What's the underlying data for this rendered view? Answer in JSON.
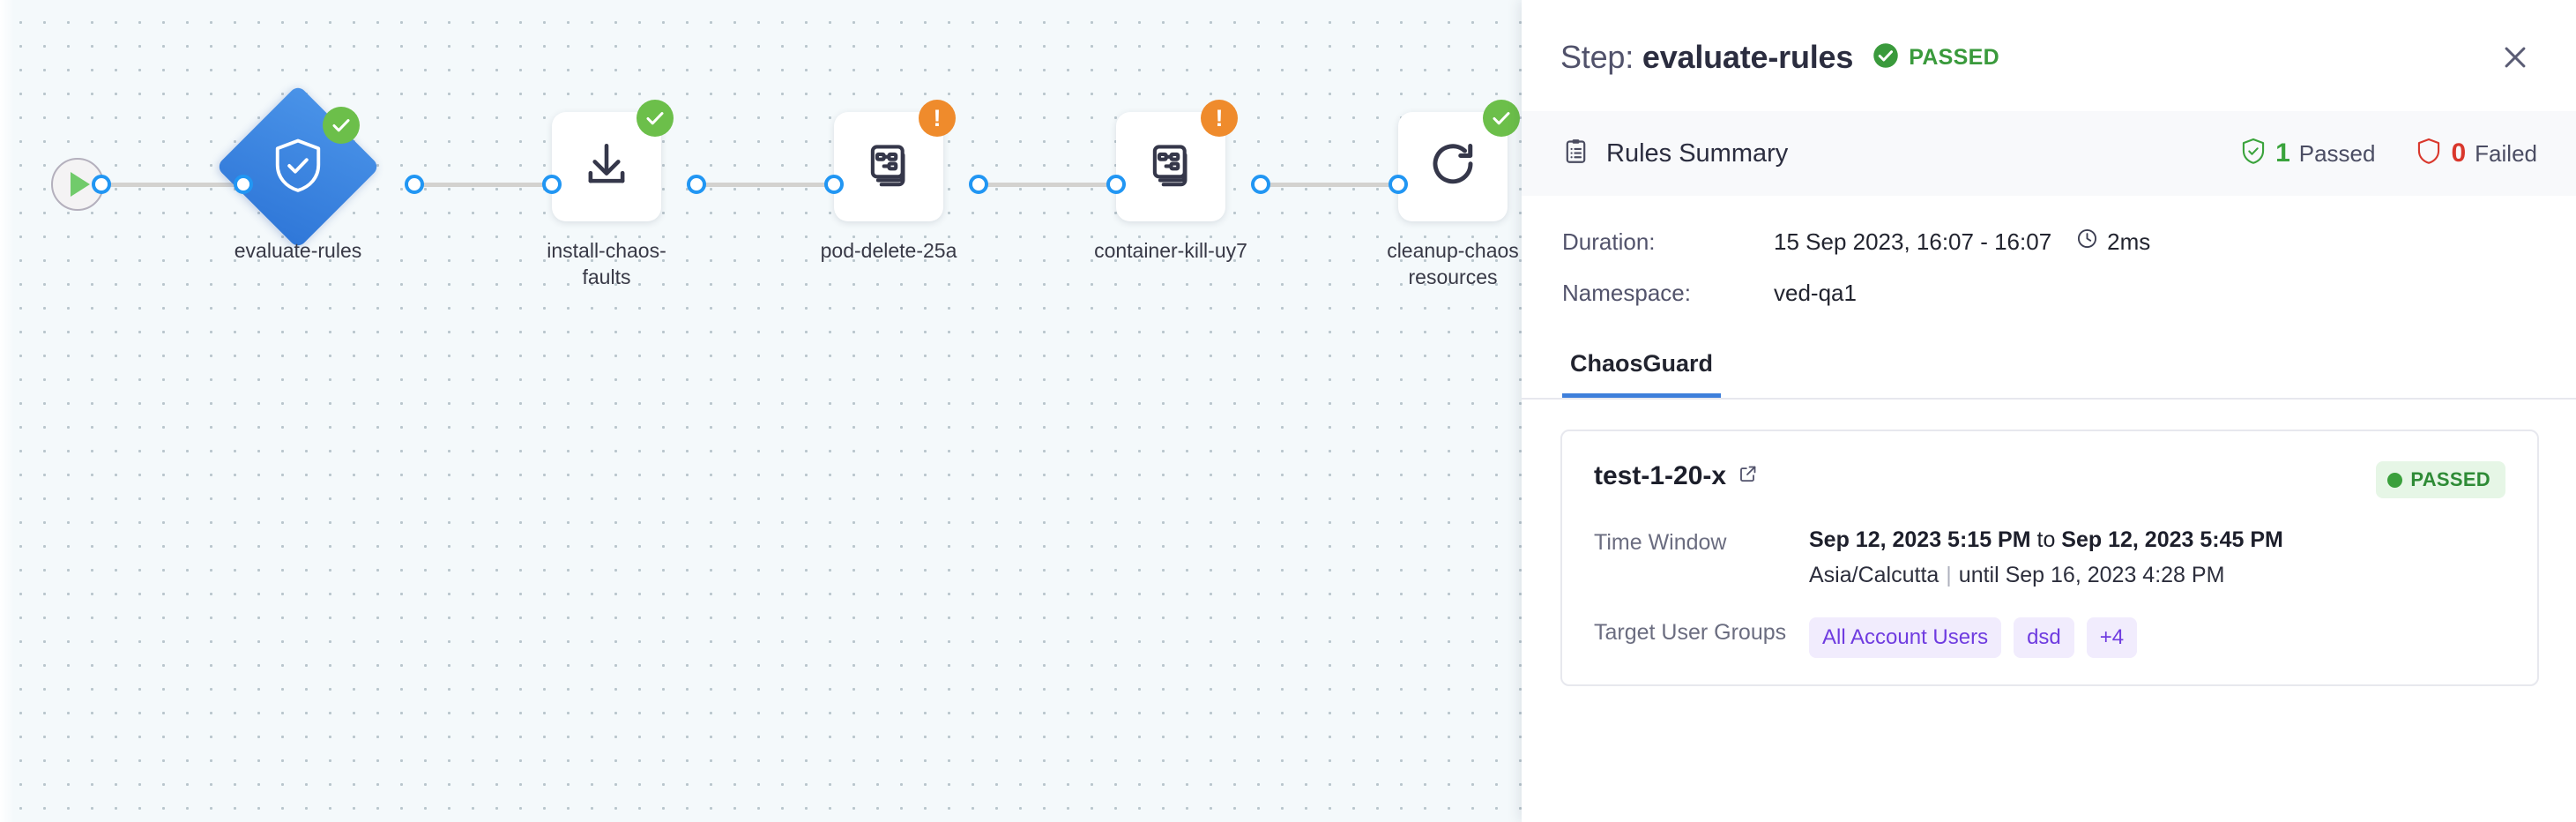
{
  "canvas": {
    "start_node": {
      "icon": "play-icon"
    },
    "nodes": [
      {
        "id": "evaluate-rules",
        "label": "evaluate-rules",
        "shape": "diamond",
        "icon": "shield-check-icon",
        "status": "success",
        "badge": "check-icon",
        "selected": true
      },
      {
        "id": "install-chaos-faults",
        "label": "install-chaos-\nfaults",
        "shape": "box",
        "icon": "download-icon",
        "status": "success",
        "badge": "check-icon",
        "selected": false
      },
      {
        "id": "pod-delete-25a",
        "label": "pod-delete-25a",
        "shape": "box",
        "icon": "chaos-fault-icon",
        "status": "warning",
        "badge": "exclamation-icon",
        "selected": false
      },
      {
        "id": "container-kill-uy7",
        "label": "container-kill-uy7",
        "shape": "box",
        "icon": "chaos-fault-icon",
        "status": "warning",
        "badge": "exclamation-icon",
        "selected": false
      },
      {
        "id": "cleanup-chaos-resources",
        "label": "cleanup-chaos\nresources",
        "shape": "box",
        "icon": "refresh-icon",
        "status": "success",
        "badge": "check-icon",
        "selected": false
      }
    ]
  },
  "panel": {
    "header": {
      "prefix": "Step:",
      "step_name": "evaluate-rules",
      "status_icon": "check-circle-icon",
      "status_text": "PASSED",
      "close_icon": "close-icon"
    },
    "rules_summary": {
      "icon": "clipboard-list-icon",
      "title": "Rules Summary",
      "passed_icon": "shield-check-icon",
      "passed_count": "1",
      "passed_label": "Passed",
      "failed_icon": "shield-icon",
      "failed_count": "0",
      "failed_label": "Failed"
    },
    "meta": [
      {
        "key": "Duration:",
        "value": "15 Sep 2023, 16:07 - 16:07",
        "icon": "clock-icon",
        "extra": "2ms"
      },
      {
        "key": "Namespace:",
        "value": "ved-qa1",
        "icon": "",
        "extra": ""
      }
    ],
    "tabs": [
      {
        "label": "ChaosGuard",
        "active": true
      }
    ],
    "chaosguard": {
      "name": "test-1-20-x",
      "external_link_icon": "external-link-icon",
      "status_badge": "PASSED",
      "rows": [
        {
          "key": "Time Window",
          "value_start": "Sep 12, 2023 5:15 PM",
          "value_join": " to ",
          "value_end": "Sep 12, 2023 5:45 PM",
          "timezone": "Asia/Calcutta",
          "until": "until Sep 16, 2023 4:28 PM"
        },
        {
          "key": "Target User Groups",
          "chips": [
            "All Account Users",
            "dsd",
            "+4"
          ]
        }
      ]
    }
  },
  "colors": {
    "accent_blue": "#3e7fdb",
    "node_blue": "#2f77d8",
    "success_green": "#6cbf4a",
    "status_green": "#3a9a3c",
    "warn_orange": "#ef8b2c",
    "fail_red": "#d9372c",
    "chip_purple": "#6f3ce0",
    "canvas_bg": "#f4f9fb"
  }
}
